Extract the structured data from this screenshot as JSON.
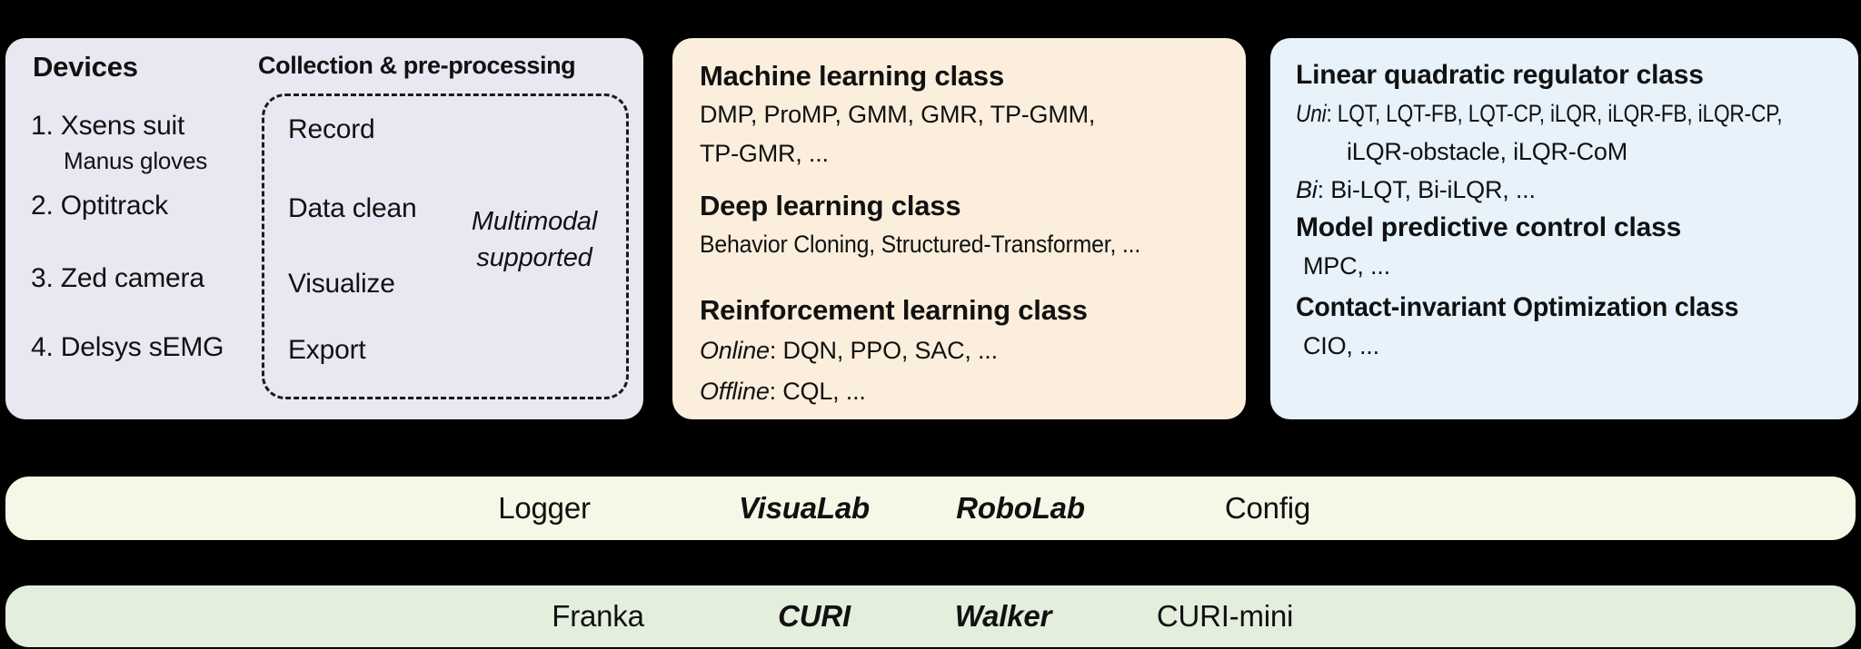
{
  "colors": {
    "background": "#000000",
    "devices_panel": "#e9e7f1",
    "learning_panel": "#fbeedc",
    "control_panel": "#e7f2fb",
    "modules_bar": "#f5f8e6",
    "robots_bar": "#e3eedd",
    "text": "#111111"
  },
  "devices_panel": {
    "title": "Devices",
    "items": [
      {
        "label": "1. Xsens suit",
        "sublabel": "Manus gloves"
      },
      {
        "label": "2. Optitrack"
      },
      {
        "label": "3. Zed camera"
      },
      {
        "label": "4. Delsys sEMG"
      }
    ],
    "collection": {
      "title": "Collection & pre-processing",
      "steps": [
        "Record",
        "Data clean",
        "Visualize",
        "Export"
      ],
      "note": [
        "Multimodal",
        "supported"
      ]
    }
  },
  "learning_panel": {
    "ml": {
      "title": "Machine learning class",
      "lines": [
        "DMP, ProMP, GMM, GMR, TP-GMM,",
        "TP-GMR, ..."
      ]
    },
    "dl": {
      "title": "Deep learning class",
      "lines": [
        "Behavior Cloning, Structured-Transformer, ..."
      ]
    },
    "rl": {
      "title": "Reinforcement learning class",
      "online_prefix": "Online",
      "online_rest": ": DQN, PPO, SAC, ...",
      "offline_prefix": "Offline",
      "offline_rest": ": CQL, ..."
    }
  },
  "control_panel": {
    "lqr": {
      "title": "Linear quadratic regulator class",
      "uni_prefix": "Uni",
      "uni_rest": ": LQT, LQT-FB, LQT-CP, iLQR, iLQR-FB, iLQR-CP,",
      "uni_cont": "iLQR-obstacle, iLQR-CoM",
      "bi_prefix": "Bi",
      "bi_rest": ": Bi-LQT, Bi-iLQR, ..."
    },
    "mpc": {
      "title": "Model predictive control class",
      "line": "MPC, ..."
    },
    "cio": {
      "title": "Contact-invariant Optimization class",
      "line": "CIO, ..."
    }
  },
  "modules_bar": {
    "items": [
      {
        "label": "Logger"
      },
      {
        "label": "VisuaLab"
      },
      {
        "label": "RoboLab"
      },
      {
        "label": "Config"
      }
    ]
  },
  "robots_bar": {
    "items": [
      {
        "label": "Franka"
      },
      {
        "label": "CURI"
      },
      {
        "label": "Walker"
      },
      {
        "label": "CURI-mini"
      }
    ]
  }
}
